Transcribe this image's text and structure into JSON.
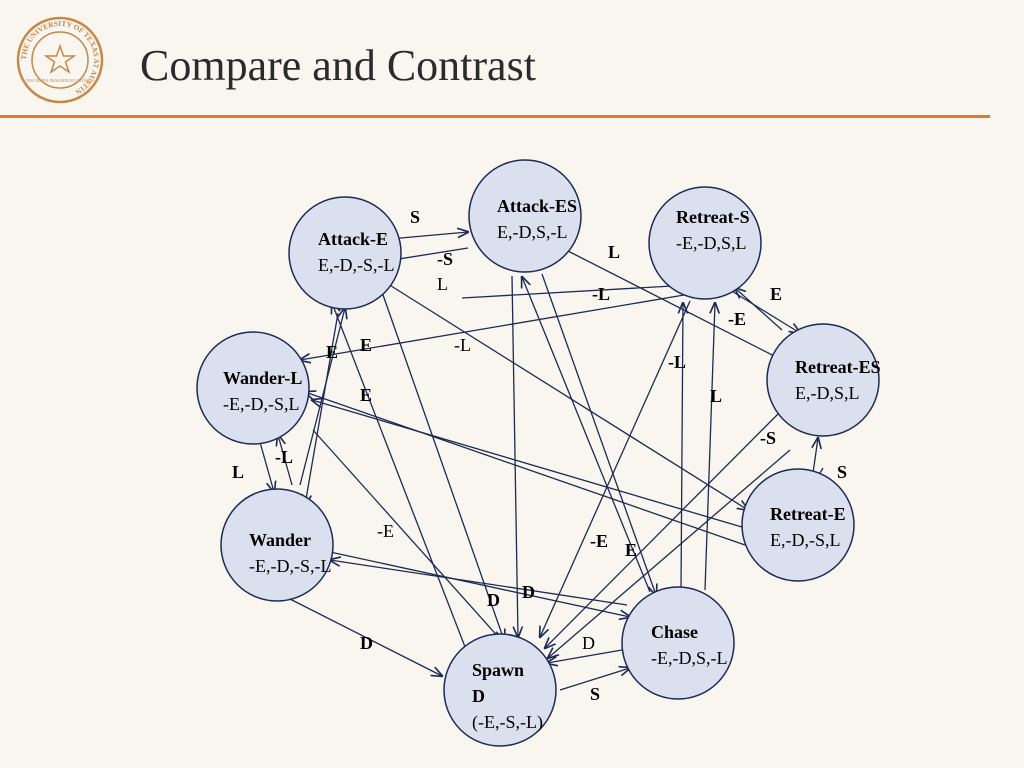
{
  "title": "Compare and Contrast",
  "logo": {
    "ring_text": "THE UNIVERSITY OF TEXAS AT AUSTIN",
    "inner_text": "DISCIPLINA PRAESIDIUM CIVITATIS"
  },
  "colors": {
    "node_fill": "#dbe0ef",
    "node_stroke": "#1d2a55",
    "edge": "#1d2a55",
    "accent": "#e07a2a",
    "logo": "#c8874a"
  },
  "nodes": [
    {
      "id": "attack-e",
      "lines": [
        "Attack-E",
        "E,-D,-S,-L"
      ]
    },
    {
      "id": "attack-es",
      "lines": [
        "Attack-ES",
        "E,-D,S,-L"
      ]
    },
    {
      "id": "retreat-s",
      "lines": [
        "Retreat-S",
        "-E,-D,S,L"
      ]
    },
    {
      "id": "retreat-es",
      "lines": [
        "Retreat-ES",
        "E,-D,S,L"
      ]
    },
    {
      "id": "retreat-e",
      "lines": [
        "Retreat-E",
        "E,-D,-S,L"
      ]
    },
    {
      "id": "wander-l",
      "lines": [
        "Wander-L",
        "-E,-D,-S,L"
      ]
    },
    {
      "id": "wander",
      "lines": [
        "Wander",
        "-E,-D,-S,-L"
      ]
    },
    {
      "id": "chase",
      "lines": [
        "Chase",
        "-E,-D,S,-L"
      ]
    },
    {
      "id": "spawn",
      "lines": [
        "Spawn",
        "D",
        "(-E,-S,-L)"
      ]
    }
  ],
  "edge_labels": [
    "S",
    "-S",
    "L",
    "L",
    "-L",
    "E",
    "-E",
    "E",
    "E",
    "-L",
    "E",
    "-L",
    "L",
    "-L",
    "L",
    "-S",
    "S",
    "-E",
    "-E",
    "E",
    "D",
    "D",
    "D",
    "D",
    "S"
  ]
}
